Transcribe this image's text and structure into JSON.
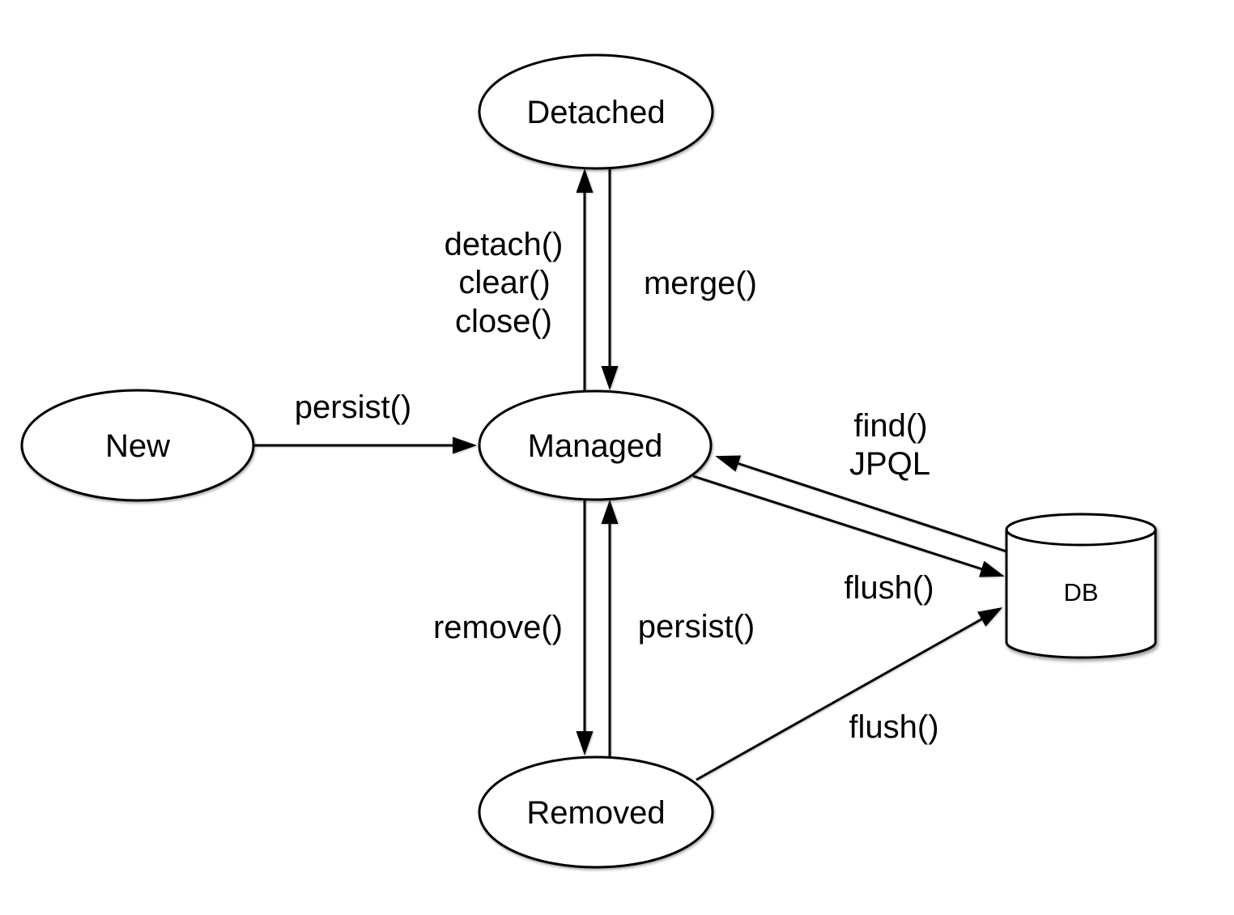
{
  "diagram": {
    "background_color": "#ffffff",
    "stroke_color": "#000000",
    "text_color": "#000000",
    "nodes": {
      "new": {
        "label": "New",
        "shape": "ellipse"
      },
      "detached": {
        "label": "Detached",
        "shape": "ellipse"
      },
      "managed": {
        "label": "Managed",
        "shape": "ellipse"
      },
      "removed": {
        "label": "Removed",
        "shape": "ellipse"
      },
      "db": {
        "label": "DB",
        "shape": "cylinder"
      }
    },
    "edges": [
      {
        "from": "New",
        "to": "Managed",
        "label": "persist()"
      },
      {
        "from": "Managed",
        "to": "Detached",
        "label_lines": [
          "detach()",
          "clear()",
          "close()"
        ]
      },
      {
        "from": "Detached",
        "to": "Managed",
        "label": "merge()"
      },
      {
        "from": "Managed",
        "to": "Removed",
        "label": "remove()"
      },
      {
        "from": "Removed",
        "to": "Managed",
        "label": "persist()"
      },
      {
        "from": "DB",
        "to": "Managed",
        "label_lines": [
          "find()",
          "JPQL"
        ]
      },
      {
        "from": "Managed",
        "to": "DB",
        "label": "flush()"
      },
      {
        "from": "Removed",
        "to": "DB",
        "label": "flush()"
      }
    ]
  }
}
